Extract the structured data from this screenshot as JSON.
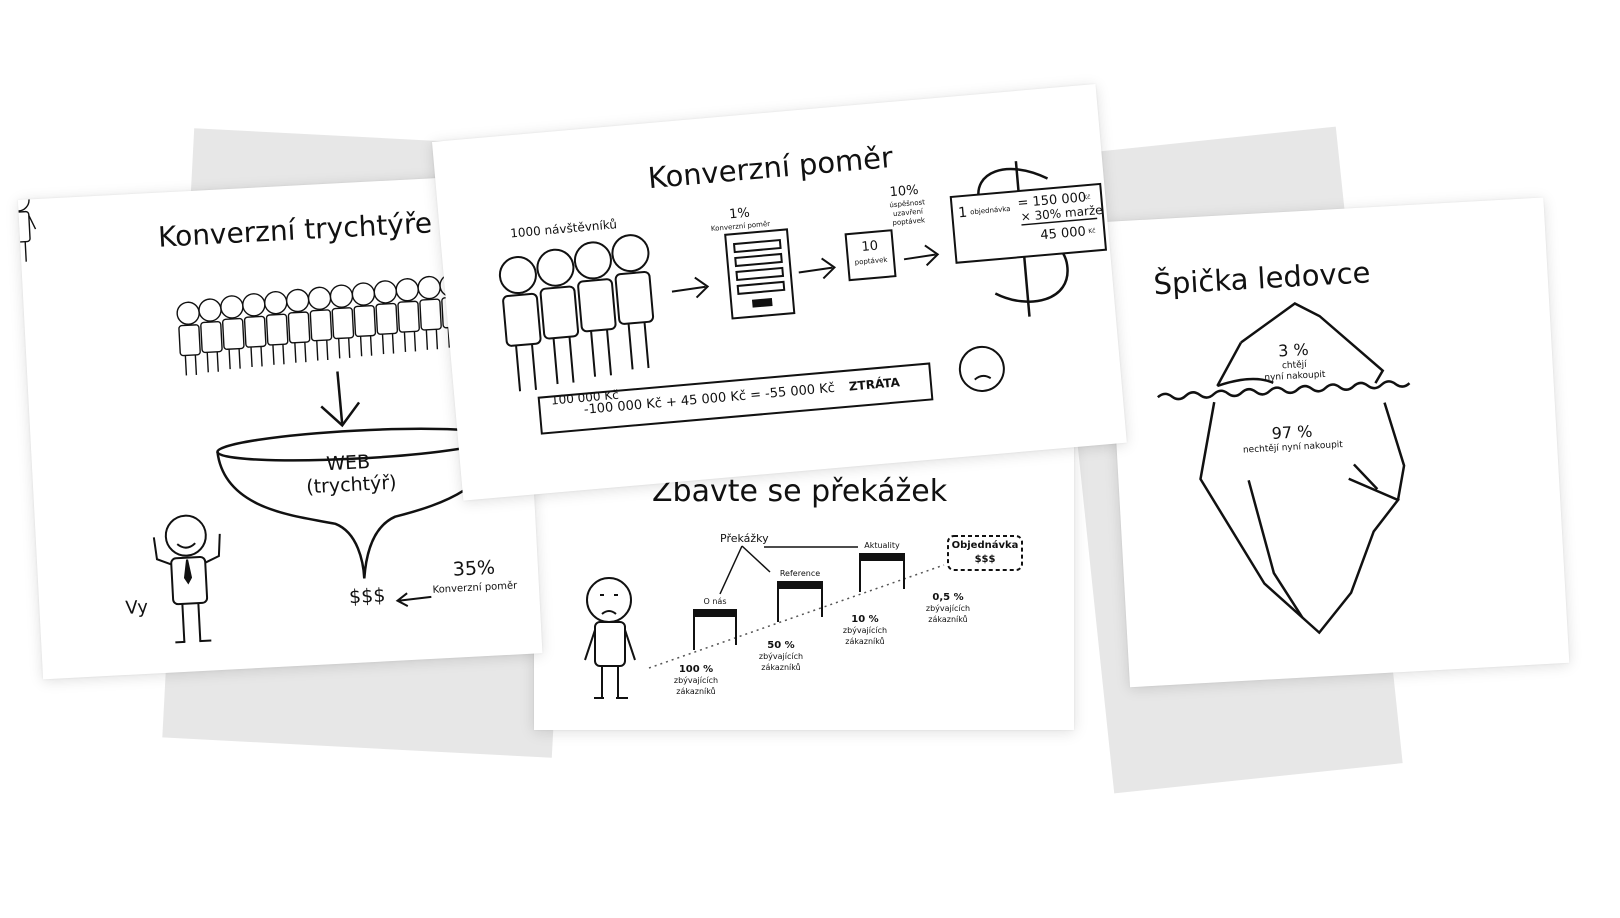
{
  "funnel": {
    "title": "Konverzní trychtýře",
    "funnel_label_1": "WEB",
    "funnel_label_2": "(trychtýř)",
    "you_label": "Vy",
    "money": "$$$",
    "rate_value": "35%",
    "rate_label": "Konverzní poměr"
  },
  "ratio": {
    "title": "Konverzní poměr",
    "visitors": "1000 návštěvníků",
    "cost": "100 000 Kč",
    "form_rate": "1%",
    "form_rate_label": "Konverzní poměr",
    "inquiries_count": "10",
    "inquiries_label": "poptávek",
    "success_rate": "10%",
    "success_label_1": "úspěšnost",
    "success_label_2": "uzavření",
    "success_label_3": "poptávek",
    "calc_prefix": "1",
    "calc_order_word": "objednávka",
    "calc_line1_value": "= 150 000",
    "calc_line2": "× 30% marže",
    "calc_result": "45 000",
    "currency_small": "Kč",
    "bottom_equation": "-100 000 Kč + 45 000 Kč = -55 000 Kč",
    "loss_label": "ZTRÁTA"
  },
  "iceberg": {
    "title": "Špička ledovce",
    "top_percent": "3 %",
    "top_label_1": "chtějí",
    "top_label_2": "nyní nakoupit",
    "bottom_percent": "97 %",
    "bottom_label": "nechtějí nyní nakoupit"
  },
  "obstacles": {
    "title": "Zbavte se překážek",
    "obstacles_label": "Překážky",
    "hurdle_1": "O nás",
    "hurdle_2": "Reference",
    "hurdle_3": "Aktuality",
    "goal_line_1": "Objednávka",
    "goal_line_2": "$$$",
    "stages": [
      {
        "percent": "100 %",
        "line1": "zbývajících",
        "line2": "zákazníků"
      },
      {
        "percent": "50 %",
        "line1": "zbývajících",
        "line2": "zákazníků"
      },
      {
        "percent": "10 %",
        "line1": "zbývajících",
        "line2": "zákazníků"
      },
      {
        "percent": "0,5 %",
        "line1": "zbývajících",
        "line2": "zákazníků"
      }
    ]
  }
}
